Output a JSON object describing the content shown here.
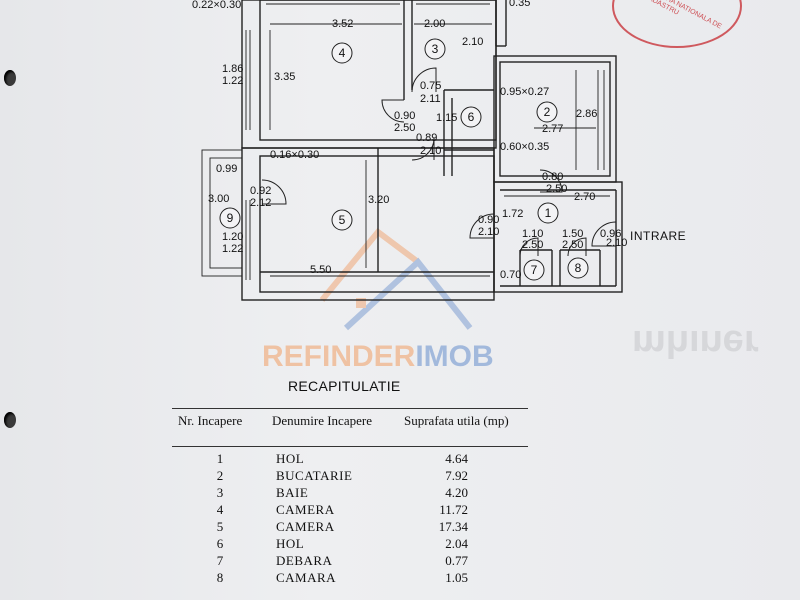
{
  "plan": {
    "rooms": [
      {
        "num": "1"
      },
      {
        "num": "2"
      },
      {
        "num": "3"
      },
      {
        "num": "4"
      },
      {
        "num": "5"
      },
      {
        "num": "6"
      },
      {
        "num": "7"
      },
      {
        "num": "8"
      },
      {
        "num": "9"
      }
    ],
    "dims": [
      "0.22×0.30",
      "3.52",
      "2.00",
      "0.35",
      "2.10",
      "1.86",
      "1.22",
      "3.35",
      "0.75",
      "2.11",
      "0.95×0.27",
      "2.86",
      "2.77",
      "0.90",
      "2.50",
      "1.15",
      "0.89",
      "2.10",
      "0.16×0.30",
      "0.60×0.35",
      "0.99",
      "3.20",
      "0.80",
      "2.50",
      "3.00",
      "0.92",
      "2.12",
      "2.70",
      "1.72",
      "0.90",
      "2.10",
      "1.20",
      "1.22",
      "1.10",
      "2.50",
      "1.50",
      "2.50",
      "0.96",
      "2.10",
      "5.50",
      "0.70"
    ],
    "entrance_label": "INTRARE"
  },
  "watermark": {
    "part1": "REFINDER",
    "part2": "IMOB"
  },
  "bleed_text": "ɹǝuıɥɯ",
  "recap": {
    "title": "RECAPITULATIE",
    "headers": {
      "nr": "Nr. Incapere",
      "name": "Denumire Incapere",
      "area": "Suprafata utila  (mp)"
    },
    "rows": [
      {
        "nr": "1",
        "name": "HOL",
        "area": "4.64"
      },
      {
        "nr": "2",
        "name": "BUCATARIE",
        "area": "7.92"
      },
      {
        "nr": "3",
        "name": "BAIE",
        "area": "4.20"
      },
      {
        "nr": "4",
        "name": "CAMERA",
        "area": "11.72"
      },
      {
        "nr": "5",
        "name": "CAMERA",
        "area": "17.34"
      },
      {
        "nr": "6",
        "name": "HOL",
        "area": "2.04"
      },
      {
        "nr": "7",
        "name": "DEBARA",
        "area": "0.77"
      },
      {
        "nr": "8",
        "name": "CAMARA",
        "area": "1.05"
      }
    ]
  },
  "colors": {
    "stamp": "#c8343a",
    "ink": "#111111",
    "paper": "#ecedef"
  }
}
